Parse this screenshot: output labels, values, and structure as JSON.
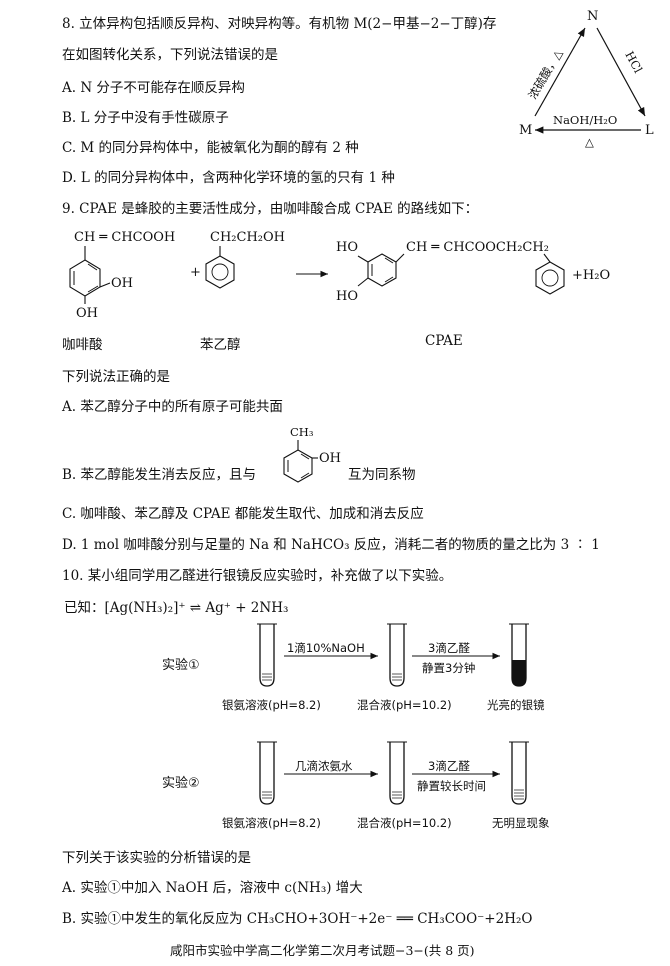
{
  "q8": {
    "stem_line1": "8. 立体异构包括顺反异构、对映异构等。有机物 M(2−甲基−2−丁醇)存",
    "stem_line2": "在如图转化关系，下列说法错误的是",
    "options": [
      "A. N 分子不可能存在顺反异构",
      "B. L 分子中没有手性碳原子",
      "C. M 的同分异构体中，能被氧化为酮的醇有 2 种",
      "D. L 的同分异构体中，含两种化学环境的氢的只有 1 种"
    ],
    "diagram": {
      "n": "N",
      "m": "M",
      "l": "L",
      "m_to_n": "浓硫酸，△",
      "n_to_l": "HCl",
      "l_to_m_top": "NaOH/H₂O",
      "l_to_m_bottom": "△"
    }
  },
  "q9": {
    "stem": "9. CPAE 是蜂胶的主要活性成分，由咖啡酸合成 CPAE 的路线如下：",
    "caffeic": {
      "chain": "CH ═ CHCOOH",
      "oh1": "OH",
      "oh2": "OH",
      "name": "咖啡酸"
    },
    "phenethyl": {
      "chain": "CH₂CH₂OH",
      "name": "苯乙醇"
    },
    "plus": "+",
    "cpae": {
      "ho1": "HO",
      "ho2": "HO",
      "chain": "CH ═ CHCOOCH₂CH₂",
      "name": "CPAE"
    },
    "water": "+H₂O",
    "question": "下列说法正确的是",
    "optA": "A. 苯乙醇分子中的所有原子可能共面",
    "optB_pre": "B. 苯乙醇能发生消去反应，且与",
    "optB_ch3": "CH₃",
    "optB_oh": "OH",
    "optB_post": "互为同系物",
    "optC": "C. 咖啡酸、苯乙醇及 CPAE 都能发生取代、加成和消去反应",
    "optD": "D. 1 mol 咖啡酸分别与足量的 Na 和 NaHCO₃ 反应，消耗二者的物质的量之比为 3 ∶ 1"
  },
  "q10": {
    "stem": "10. 某小组同学用乙醛进行银镜反应实验时，补充做了以下实验。",
    "known": "已知：[Ag(NH₃)₂]⁺ ⇌ Ag⁺ + 2NH₃",
    "exp1": {
      "label": "实验①",
      "step1": "1滴10%NaOH",
      "step2a": "3滴乙醛",
      "step2b": "静置3分钟",
      "tube1": "银氨溶液(pH=8.2)",
      "tube2": "混合液(pH=10.2)",
      "tube3": "光亮的银镜"
    },
    "exp2": {
      "label": "实验②",
      "step1": "几滴浓氨水",
      "step2a": "3滴乙醛",
      "step2b": "静置较长时间",
      "tube1": "银氨溶液(pH=8.2)",
      "tube2": "混合液(pH=10.2)",
      "tube3": "无明显现象"
    },
    "question": "下列关于该实验的分析错误的是",
    "optA": "A. 实验①中加入 NaOH 后，溶液中 c(NH₃) 增大",
    "optB": "B. 实验①中发生的氧化反应为 CH₃CHO+3OH⁻+2e⁻ ══ CH₃COO⁻+2H₂O"
  },
  "footer": "咸阳市实验中学高二化学第二次月考试题−3−(共 8 页)"
}
